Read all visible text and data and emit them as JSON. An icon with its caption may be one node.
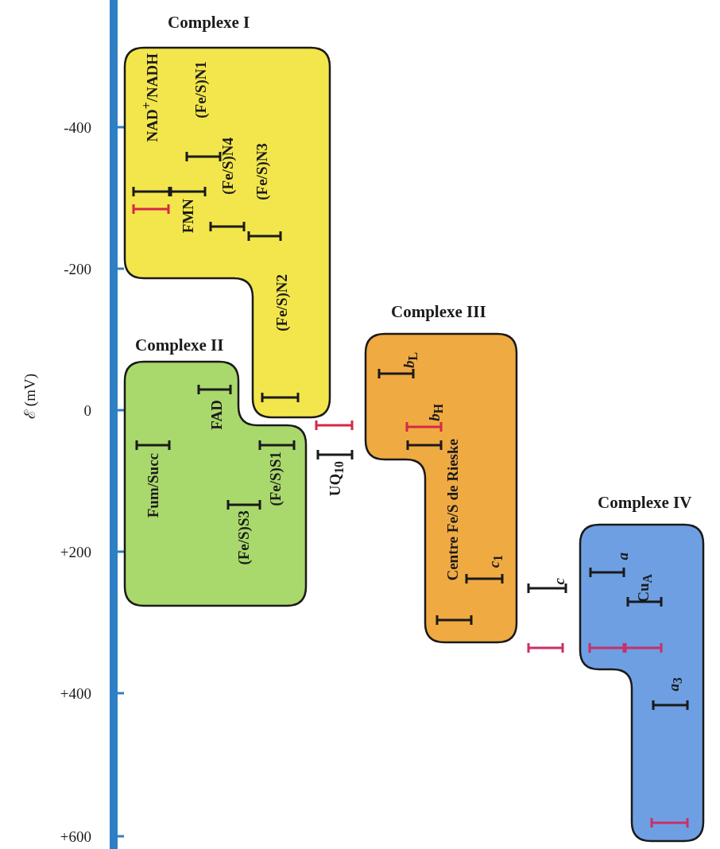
{
  "diagram": {
    "nodes": [
      {
        "text": [
          "Complexe I",
          "NAD$^{+}$/NADH",
          "FMN",
          "(Fe/S)N1",
          "(Fe/S)N4",
          "(Fe/S)N3",
          "(Fe/S)N2"
        ]
      },
      {
        "text": [
          "Complexe II",
          "FAD",
          "Fum/Succ",
          "(Fe/S)S1",
          "(Fe/S)S3"
        ]
      },
      {
        "text": [
          "Complexe III",
          "*b*$_{L}$",
          "*b*$_{H}$",
          "Centre Fe/S de Rieske",
          "*c*$_{1}$"
        ]
      },
      {
        "text": [
          "Complexe IV",
          "*a*",
          "Cu$_{A}$",
          "*a*$_{3}$"
        ]
      }
    ],
    "edges": [],
    "labels": [
      "-400",
      "-200",
      "ℰ (mV)",
      "0",
      "UQ$_{10}$",
      "+200",
      "*c*",
      "+400",
      "+600"
    ]
  }
}
